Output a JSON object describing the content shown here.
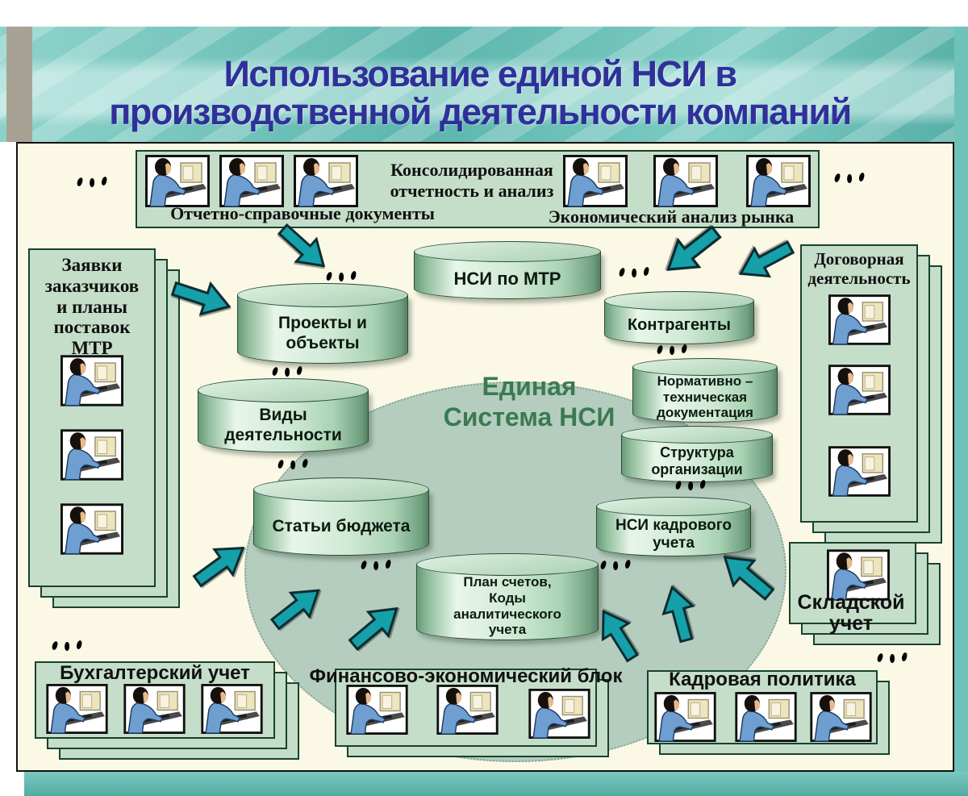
{
  "slide": {
    "title_line1": "Использование единой НСИ  в",
    "title_line2": "производственной деятельности компаний"
  },
  "center": {
    "label": "Единая\nСистема НСИ"
  },
  "top_box": {
    "caption": "Консолидированная\nотчетность и анализ",
    "label_left": "Отчетно-справочные документы",
    "label_right": "Экономический анализ рынка"
  },
  "panels": {
    "orders": {
      "title": "Заявки\nзаказчиков\nи планы\nпоставок\nМТР"
    },
    "contracts": {
      "title": "Договорная\nдеятельность"
    },
    "warehouse": {
      "title": "Складской\nучет"
    },
    "accounting": {
      "title": "Бухгалтерский учет"
    },
    "finance": {
      "title": "Финансово-экономический блок"
    },
    "hr": {
      "title": "Кадровая политика"
    }
  },
  "cylinders": [
    {
      "label": "НСИ по МТР"
    },
    {
      "label": "Проекты и\nобъекты"
    },
    {
      "label": "Контрагенты"
    },
    {
      "label": "Виды\nдеятельности"
    },
    {
      "label": "Нормативно –\nтехническая\nдокументация"
    },
    {
      "label": "Структура\nорганизации"
    },
    {
      "label": "Статьи бюджета"
    },
    {
      "label": "НСИ кадрового\nучета"
    },
    {
      "label": "План счетов,\nКоды\nаналитического\nучета"
    }
  ],
  "icons": {
    "person": "person-at-computer-icon"
  },
  "colors": {
    "title": "#30309a",
    "arrow": "#15a0aa",
    "box_green": "#c5dec9",
    "cylinder_light": "#e8f6ea",
    "cylinder_dark": "#679a77",
    "ellipse": "#b5cdbf",
    "panel_bg": "#fbf9e6",
    "header_teal": "#63bab2",
    "center_text": "#3b7a52"
  }
}
